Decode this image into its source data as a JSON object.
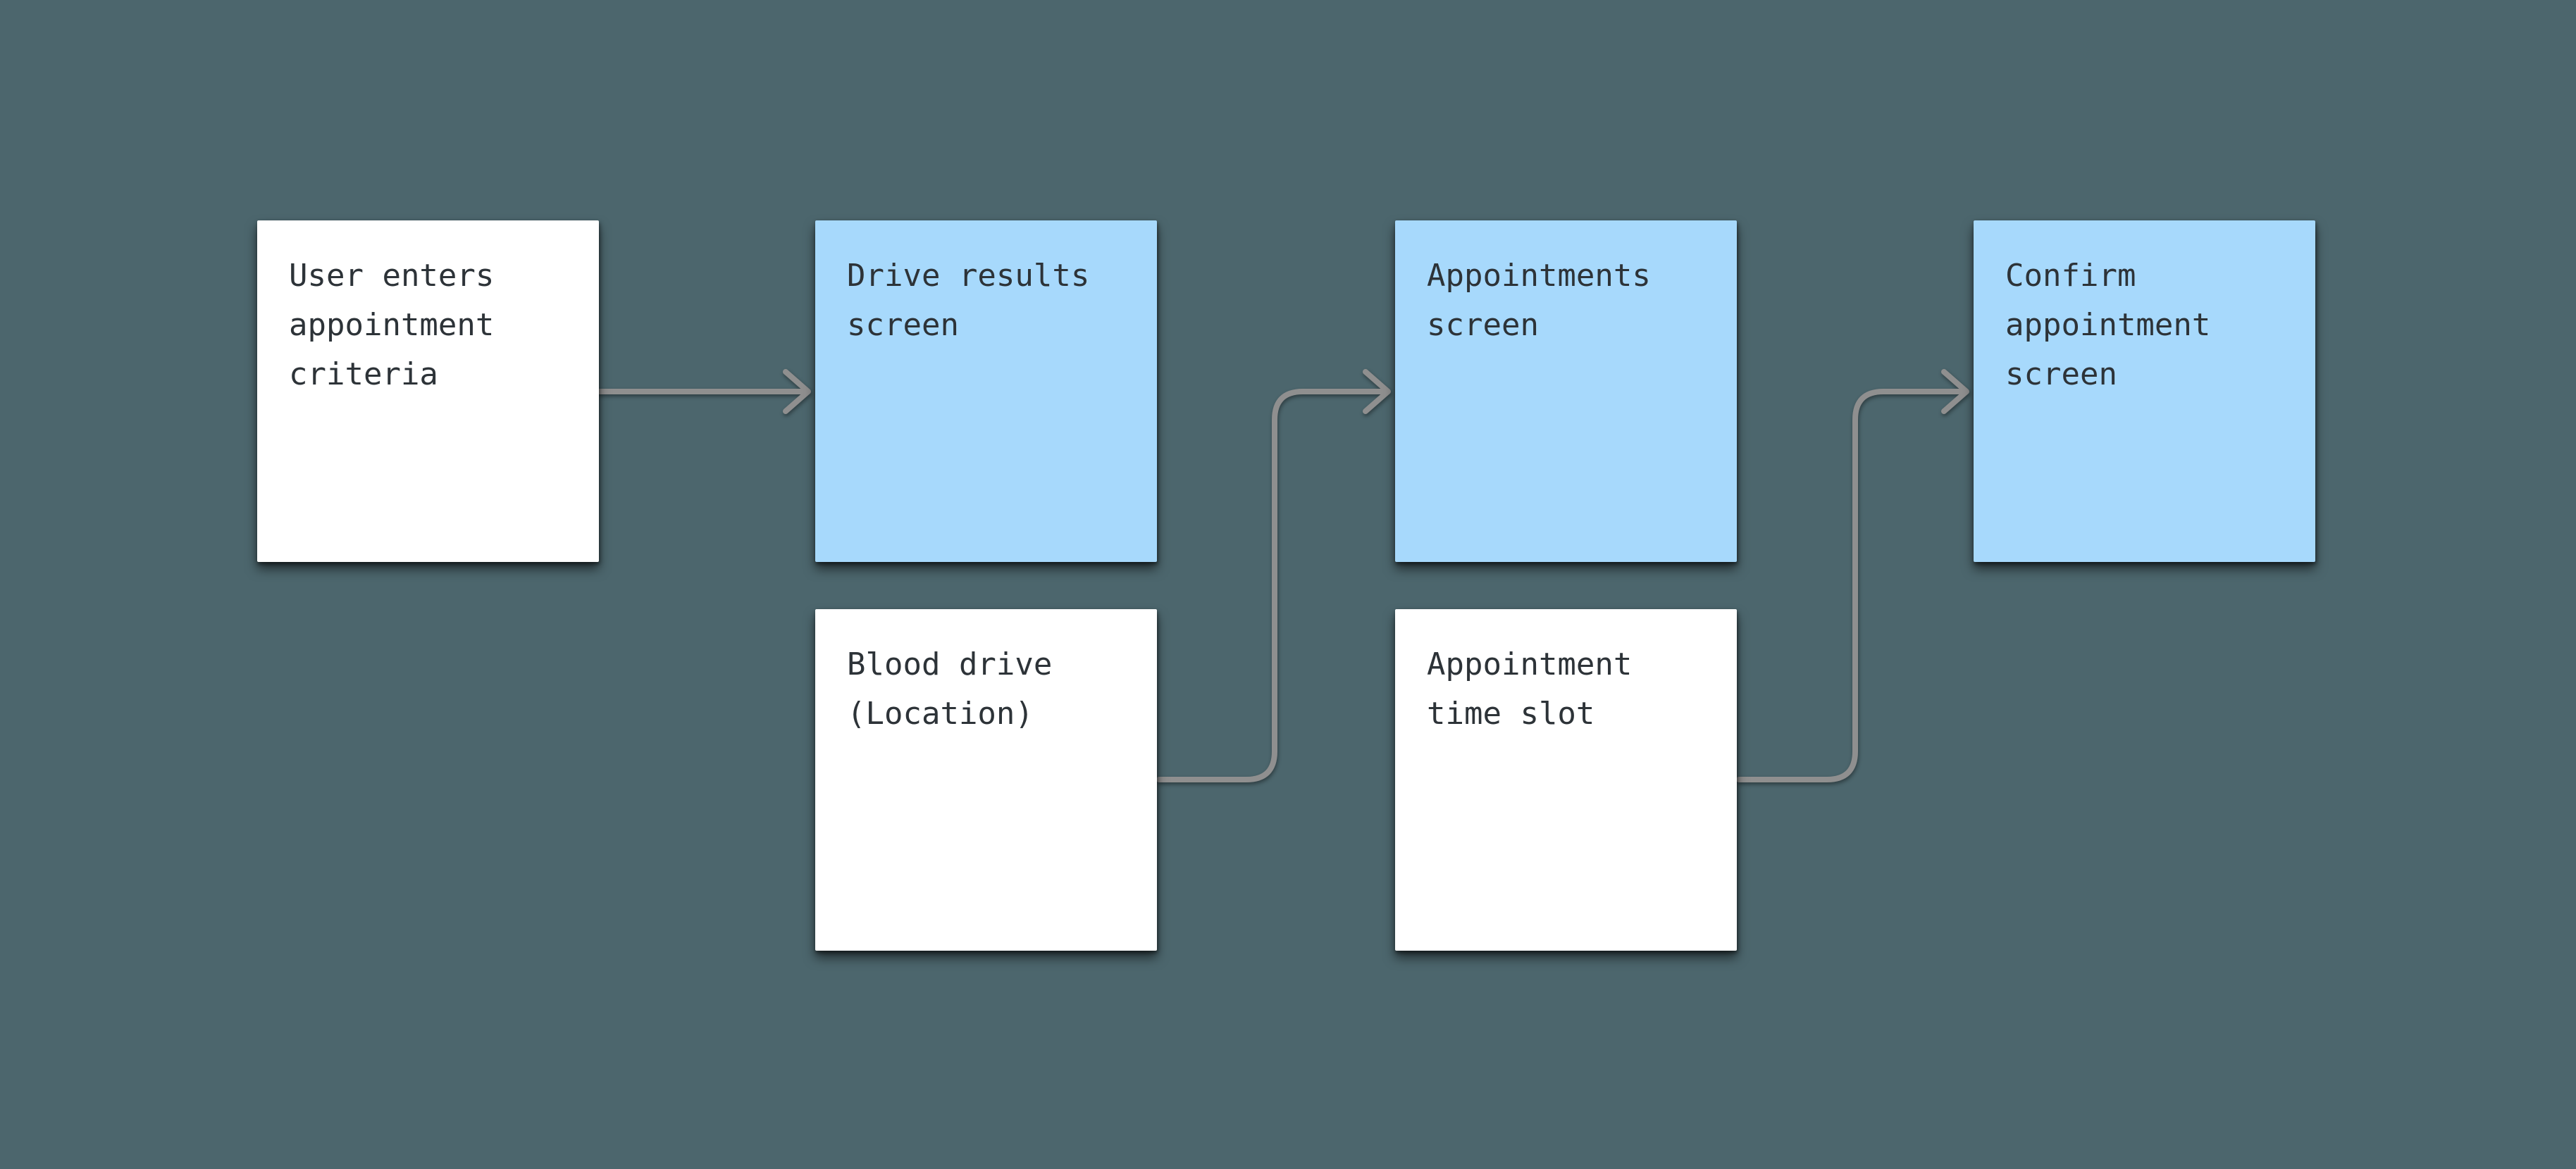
{
  "canvas": {
    "background": "#4c666d"
  },
  "palette": {
    "node_white": "#ffffff",
    "node_blue": "#a7d9fc",
    "text": "#2d3338",
    "connector": "#8f8f8f"
  },
  "nodes": [
    {
      "id": "user-criteria",
      "label": "User enters appointment criteria",
      "variant": "white"
    },
    {
      "id": "drive-results",
      "label": "Drive results screen",
      "variant": "blue"
    },
    {
      "id": "appointments",
      "label": "Appointments screen",
      "variant": "blue"
    },
    {
      "id": "confirm-appointment",
      "label": "Confirm appointment screen",
      "variant": "blue"
    },
    {
      "id": "blood-drive-location",
      "label": "Blood drive (Location)",
      "variant": "white"
    },
    {
      "id": "appointment-time-slot",
      "label": "Appointment time slot",
      "variant": "white"
    }
  ],
  "edges": [
    {
      "from": "user-criteria",
      "to": "drive-results"
    },
    {
      "from": "blood-drive-location",
      "to": "appointments"
    },
    {
      "from": "appointment-time-slot",
      "to": "confirm-appointment"
    }
  ]
}
